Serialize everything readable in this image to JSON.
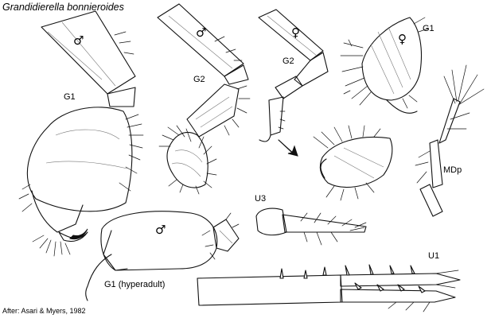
{
  "title": "Grandidierella bonnieroides",
  "credit": "After: Asari & Myers, 1982",
  "symbols": {
    "male": "♂",
    "female": "♀"
  },
  "labels": {
    "g1_male": "G1",
    "g2_male": "G2",
    "g2_female": "G2",
    "g1_female": "G1",
    "mdp": "MDp",
    "u3": "U3",
    "u1": "U1",
    "g1_hyperadult": "G1 (hyperadult)"
  }
}
